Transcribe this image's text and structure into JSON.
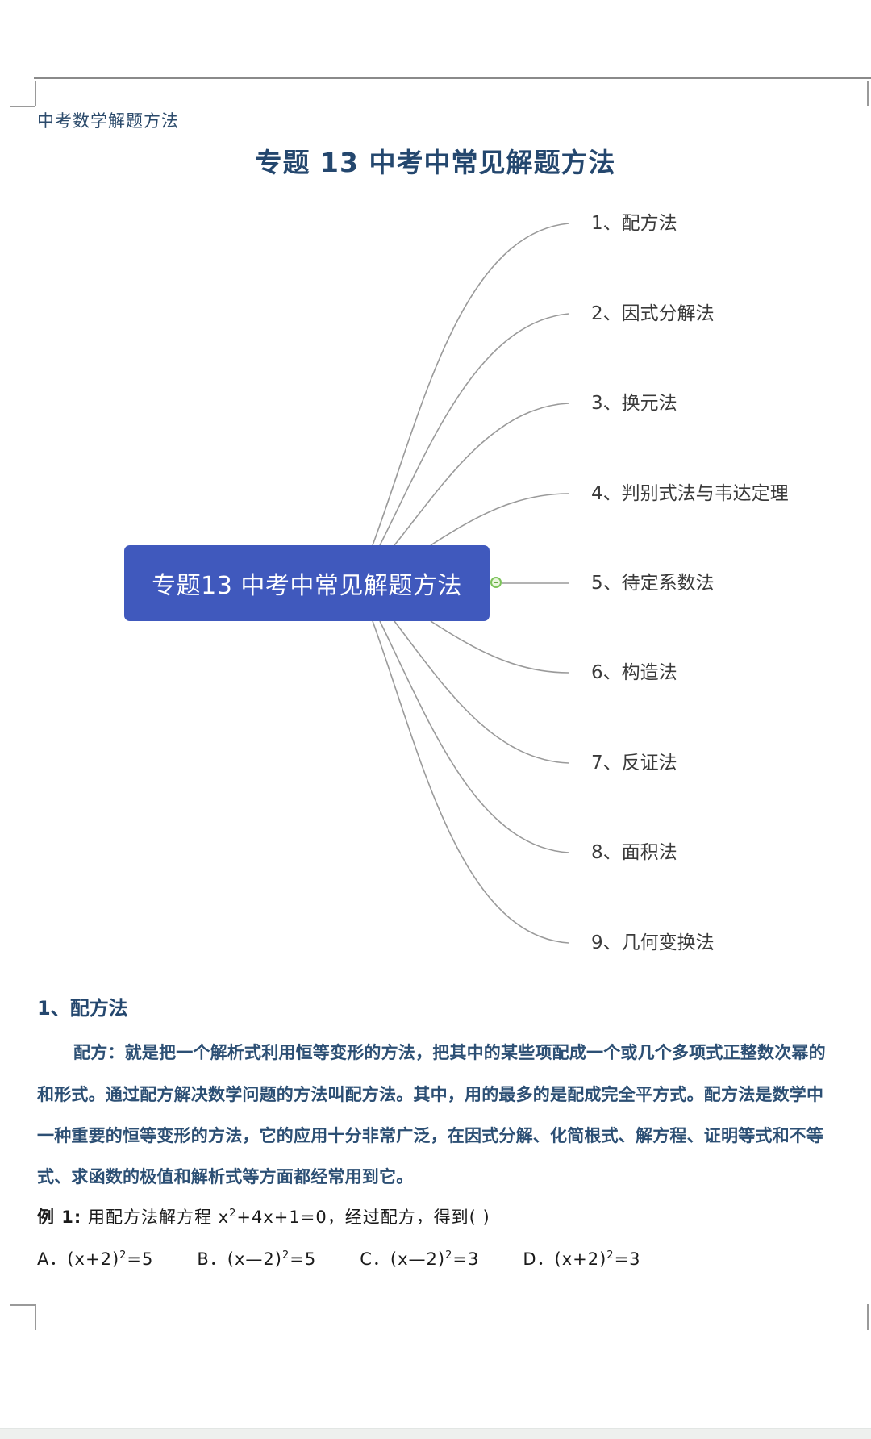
{
  "page": {
    "header_text": "中考数学解题方法",
    "title": "专题 13  中考中常见解题方法"
  },
  "mindmap": {
    "central_node": "专题13 中考中常见解题方法",
    "branches": [
      {
        "label": "1、配方法"
      },
      {
        "label": "2、因式分解法"
      },
      {
        "label": "3、换元法"
      },
      {
        "label": "4、判别式法与韦达定理"
      },
      {
        "label": "5、待定系数法"
      },
      {
        "label": "6、构造法"
      },
      {
        "label": "7、反证法"
      },
      {
        "label": "8、面积法"
      },
      {
        "label": "9、几何变换法"
      }
    ],
    "colors": {
      "node_fill": "#4059bd",
      "node_text": "#ffffff",
      "connector": "#9a9a9a",
      "toggle": "#7cc35a"
    }
  },
  "section1": {
    "heading": "1、配方法",
    "paragraph_lines": [
      "配方：就是把一个解析式利用恒等变形的方法，把其中的某些项配成一个或几个多项式正整数次幂的",
      "和形式。通过配方解决数学问题的方法叫配方法。其中，用的最多的是配成完全平方式。配方法是数学中",
      "一种重要的恒等变形的方法，它的应用十分非常广泛，在因式分解、化简根式、解方程、证明等式和不等",
      "式、求函数的极值和解析式等方面都经常用到它。"
    ],
    "example": {
      "label": "例 1:",
      "text_before": " 用配方法解方程 x",
      "sup": "2",
      "text_after": "+4x+1=0，经过配方，得到(      )"
    },
    "options": [
      {
        "prefix": "A．(x+2)",
        "sup": "2",
        "suffix": "=5"
      },
      {
        "prefix": "B．(x—2)",
        "sup": "2",
        "suffix": "=5"
      },
      {
        "prefix": "C．(x—2)",
        "sup": "2",
        "suffix": "=3"
      },
      {
        "prefix": "D．(x+2)",
        "sup": "2",
        "suffix": "=3"
      }
    ]
  }
}
